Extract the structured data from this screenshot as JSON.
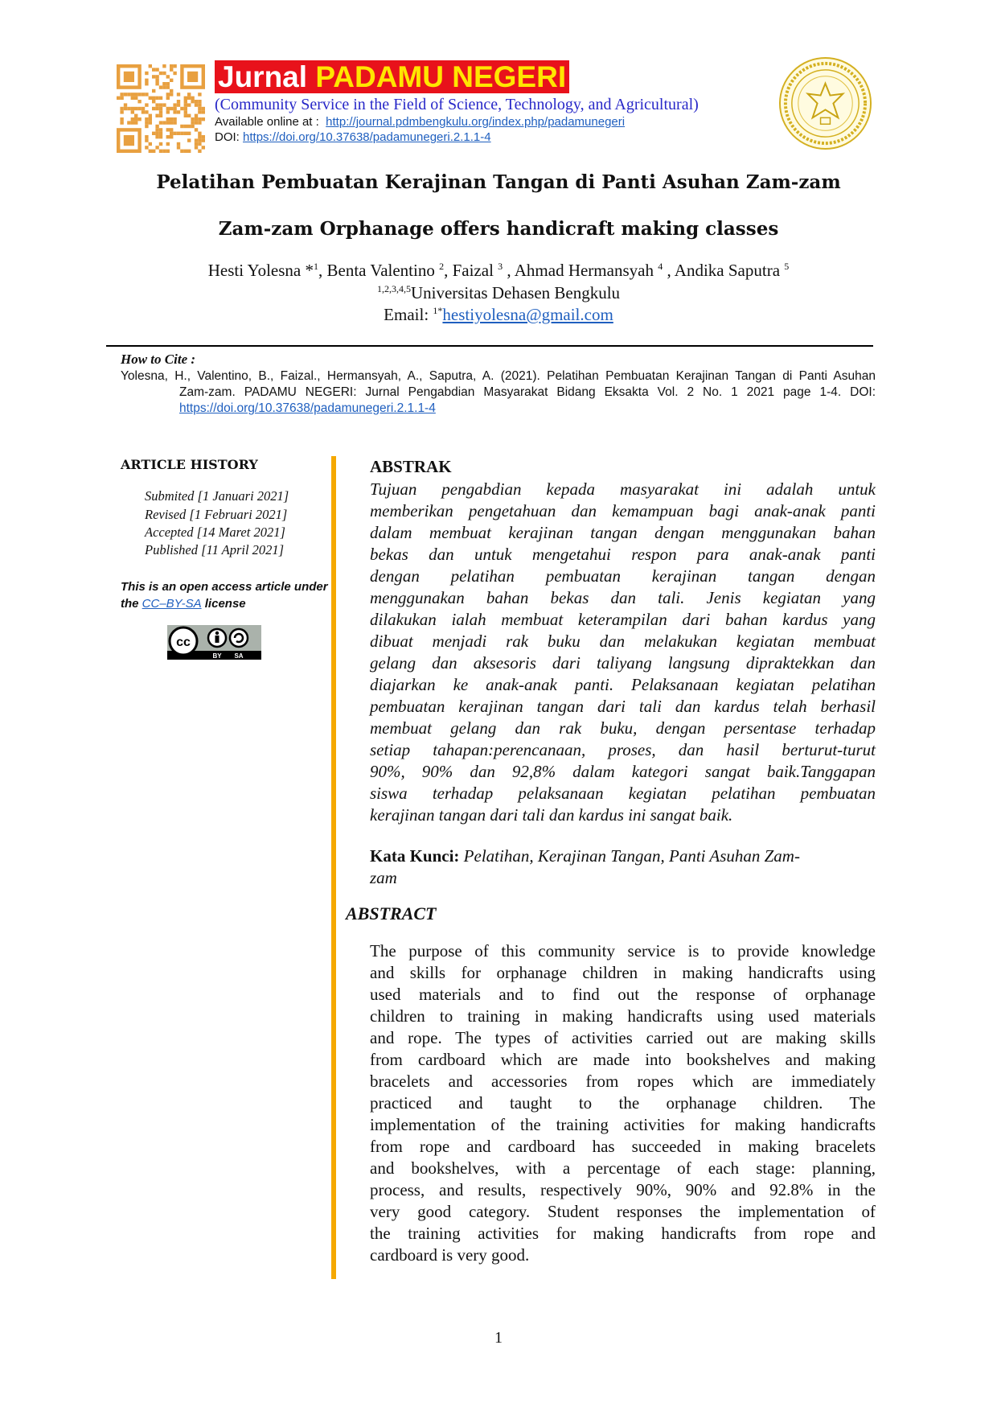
{
  "header": {
    "journal_word": "Jurnal",
    "journal_name": "PADAMU NEGERI",
    "subtitle": "(Community Service in the Field of Science, Technology, and Agricultural)",
    "available_label": "Available online at :",
    "available_url": "http://journal.pdmbengkulu.org/index.php/padamunegeri",
    "doi_label": "DOI:",
    "doi_url": "https://doi.org/10.37638/padamunegeri.2.1.1-4",
    "colors": {
      "banner": "#e8121b",
      "banner_yellow": "#ffe600",
      "subtitle": "#2828c8",
      "qr": "#e8a040",
      "seal": "#d4b020"
    }
  },
  "title_id": "Pelatihan Pembuatan Kerajinan Tangan di Panti Asuhan Zam-zam",
  "title_en": "Zam-zam Orphanage offers handicraft making classes",
  "authors": {
    "names": [
      {
        "name": "Hesti Yolesna *",
        "sup": "1"
      },
      {
        "name": ", Benta Valentino ",
        "sup": "2"
      },
      {
        "name": ", Faizal ",
        "sup": "3"
      },
      {
        "name": " , Ahmad Hermansyah ",
        "sup": "4"
      },
      {
        "name": " , Andika Saputra ",
        "sup": "5"
      }
    ],
    "affil_sup": "1,2,3,4,5",
    "affiliation": "Universitas Dehasen Bengkulu",
    "email_label": "Email: ",
    "email_sup": "1*",
    "email": "hestiyolesna@gmail.com"
  },
  "cite": {
    "heading": "How to Cite :",
    "lines": [
      "Yolesna, H., Valentino, B., Faizal., Hermansyah, A., Saputra, A. (2021). Pelatihan Pembuatan Kerajinan Tangan di Panti Asuhan",
      "Zam-zam. PADAMU NEGERI: Jurnal Pengabdian Masyarakat Bidang Eksakta Vol. 2 No. 1 2021 page 1-4. DOI:"
    ],
    "doi": "https://doi.org/10.37638/padamunegeri.2.1.1-4"
  },
  "history": {
    "heading": "ARTICLE HISTORY",
    "items": [
      "Submited [1 Januari 2021]",
      "Revised [1 Februari 2021]",
      "Accepted [14 Maret 2021]",
      "Published [11 April 2021]"
    ],
    "oa_line1": "This is an open access article under",
    "oa_the": "the ",
    "oa_license": "CC–BY-SA",
    "oa_after": " license",
    "cc_by": "BY",
    "cc_sa": "SA"
  },
  "abstrak": {
    "heading": "ABSTRAK",
    "lines": [
      "Tujuan pengabdian kepada masyarakat ini adalah untuk",
      "memberikan pengetahuan dan kemampuan bagi anak-anak panti",
      "dalam membuat kerajinan tangan dengan menggunakan bahan",
      "bekas dan untuk mengetahui respon para anak-anak panti",
      "dengan pelatihan pembuatan kerajinan tangan dengan",
      "menggunakan bahan bekas dan tali. Jenis kegiatan yang",
      "dilakukan ialah membuat keterampilan dari bahan kardus yang",
      "dibuat menjadi rak buku dan melakukan kegiatan membuat",
      "gelang dan aksesoris dari taliyang langsung dipraktekkan dan",
      "diajarkan ke anak-anak panti. Pelaksanaan kegiatan pelatihan",
      "pembuatan kerajinan tangan dari tali dan kardus telah berhasil",
      "membuat gelang dan rak buku, dengan persentase terhadap",
      "setiap tahapan:perencanaan, proses, dan hasil berturut-turut",
      "90%, 90% dan 92,8% dalam kategori sangat baik.Tanggapan",
      "siswa terhadap pelaksanaan kegiatan pelatihan pembuatan",
      "kerajinan tangan dari tali dan kardus ini sangat baik."
    ],
    "keywords_label": "Kata Kunci:",
    "keywords_line1": "Pelatihan, Kerajinan Tangan, Panti Asuhan Zam-",
    "keywords_line2": "zam"
  },
  "abstract": {
    "heading": "ABSTRACT",
    "lines": [
      "The purpose of this community service is to provide knowledge",
      "and skills for orphanage children in making handicrafts using",
      "used materials and to find out the response of orphanage",
      "children to training in making handicrafts using used materials",
      "and rope. The types of activities carried out are making skills",
      "from cardboard which are made into bookshelves and making",
      "bracelets and accessories from ropes which are immediately",
      "practiced and taught to the orphanage children. The",
      "implementation of the training activities for making handicrafts",
      "from rope and cardboard has succeeded in making bracelets",
      "and bookshelves, with a percentage of each stage: planning,",
      "process, and results, respectively 90%, 90% and 92.8% in the",
      "very good category. Student responses the implementation of",
      "the training activities for making handicrafts from rope and",
      "cardboard is very good."
    ]
  },
  "page_number": "1"
}
